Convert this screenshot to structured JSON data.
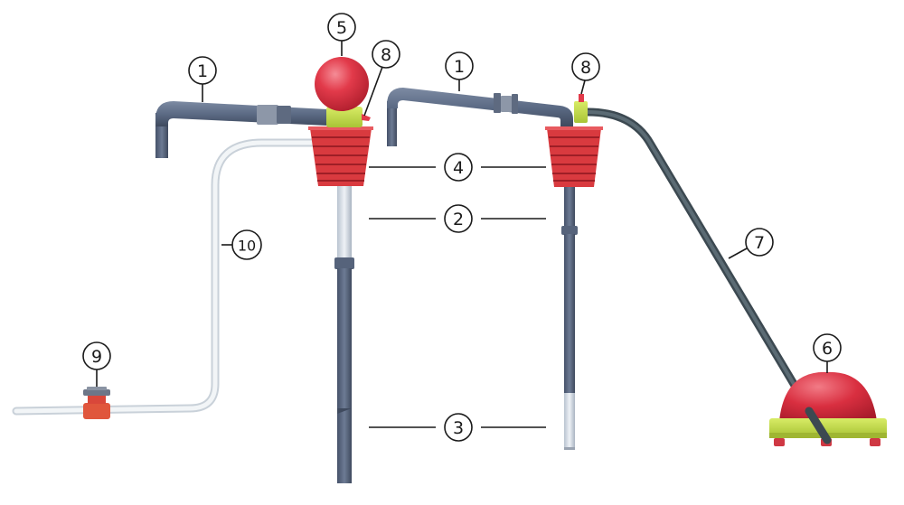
{
  "callouts": {
    "c1a": "1",
    "c1b": "1",
    "c2": "2",
    "c3": "3",
    "c4": "4",
    "c5": "5",
    "c6": "6",
    "c7": "7",
    "c8a": "8",
    "c8b": "8",
    "c9": "9",
    "c10": "10"
  },
  "colors": {
    "pipe": "#5c6b85",
    "pipe_dark": "#3f4a5e",
    "cone_red": "#d93a3f",
    "ball_red": "#e23a4a",
    "collar_green": "#c7df4a",
    "hose_dark": "#4b5a63",
    "hose_light": "#e7ecef",
    "valve_orange": "#e0563c",
    "clear_tube": "#d6dde6"
  }
}
